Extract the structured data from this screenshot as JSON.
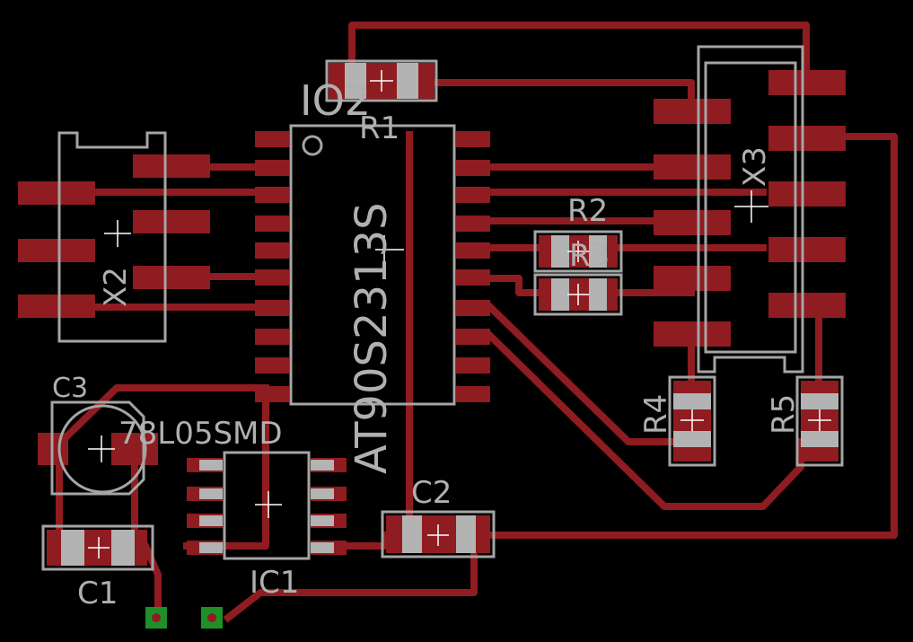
{
  "board": {
    "background": "#000000",
    "copper_color": "#8f1c20",
    "silk_color": "#a5a5a5",
    "via_color": "#1f8f2a"
  },
  "labels": {
    "io2": "IO2",
    "io2_part": "AT90S2313S",
    "r1": "R1",
    "r2": "R2",
    "r3": "R3",
    "r4": "R4",
    "r5": "R5",
    "x2": "X2",
    "x3": "X3",
    "c1": "C1",
    "c2": "C2",
    "c3": "C3",
    "ic1": "IC1",
    "ic1_part": "78L05SMD"
  }
}
